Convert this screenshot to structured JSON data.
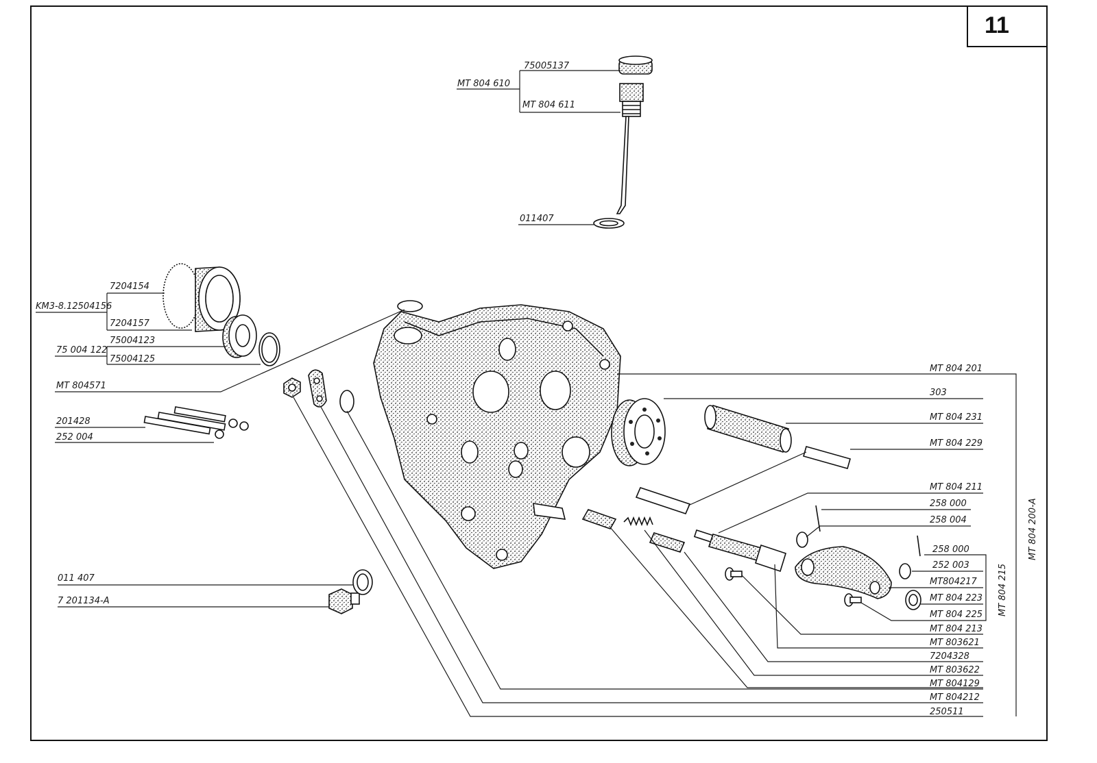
{
  "page": {
    "number": "11"
  },
  "labels": {
    "dipstick_group": "MT 804 610",
    "cap": "75005137",
    "dipstick": "MT 804 611",
    "dipstick_washer": "011407",
    "seal_group": "KM3-8.12504156",
    "seal_outer": "7204154",
    "seal_inner": "7204157",
    "bearing_group": "75 004 122",
    "bearing": "75004123",
    "bearing_ring": "75004125",
    "o_ring": "MT 804571",
    "bolt": "201428",
    "bolt_washer": "252 004",
    "drain_washer": "011 407",
    "drain_plug": "7 201134-A",
    "housing": "MT 804 201",
    "ball_bearing": "303",
    "sleeve": "MT 804 231",
    "pin_a": "MT 804 229",
    "shaft": "MT 804 211",
    "cotter_a": "258 000",
    "washer_a": "258 004",
    "cotter_b": "258 000",
    "washer_b": "252 003",
    "lever": "MT804217",
    "washer_c": "MT 804 223",
    "pin_c": "MT 804 225",
    "pin_b": "MT 804 213",
    "plunger": "MT 803621",
    "spring": "7204328",
    "plunger_b": "MT 803622",
    "gasket": "MT 804129",
    "nut": "MT 804212",
    "ring": "250511",
    "group_right": "MT 804 215",
    "assembly": "MT 804 200-A"
  },
  "icons": [
    "crankcase-housing-icon",
    "dipstick-icon",
    "oil-seal-icon",
    "ball-bearing-icon",
    "sleeve-icon",
    "shift-lever-icon",
    "spring-icon",
    "drain-plug-icon",
    "bolt-icon"
  ]
}
